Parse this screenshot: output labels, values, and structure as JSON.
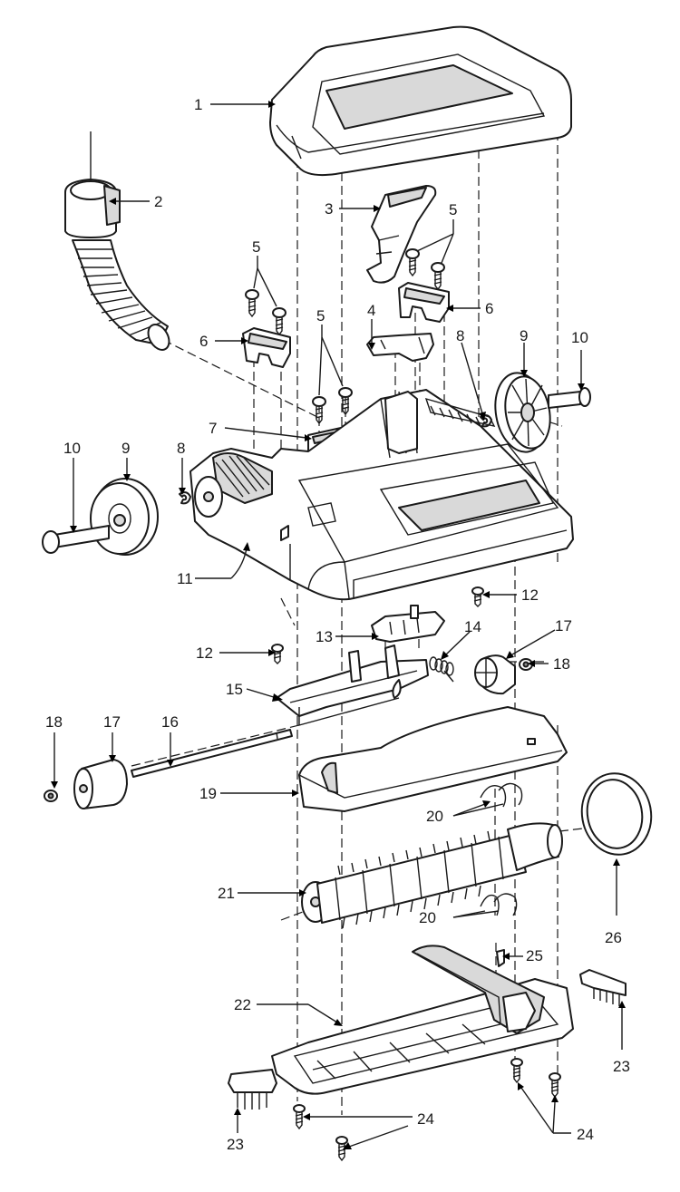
{
  "diagram": {
    "labels": {
      "l1": "1",
      "l2": "2",
      "l3": "3",
      "l4": "4",
      "l5a": "5",
      "l5b": "5",
      "l5c": "5",
      "l6a": "6",
      "l6b": "6",
      "l7": "7",
      "l8a": "8",
      "l8b": "8",
      "l9a": "9",
      "l9b": "9",
      "l10a": "10",
      "l10b": "10",
      "l11": "11",
      "l12a": "12",
      "l12b": "12",
      "l13": "13",
      "l14": "14",
      "l15": "15",
      "l16": "16",
      "l17a": "17",
      "l17b": "17",
      "l18a": "18",
      "l18b": "18",
      "l19": "19",
      "l20a": "20",
      "l20b": "20",
      "l21": "21",
      "l22": "22",
      "l23a": "23",
      "l23b": "23",
      "l24a": "24",
      "l24b": "24",
      "l25": "25",
      "l26": "26"
    }
  }
}
